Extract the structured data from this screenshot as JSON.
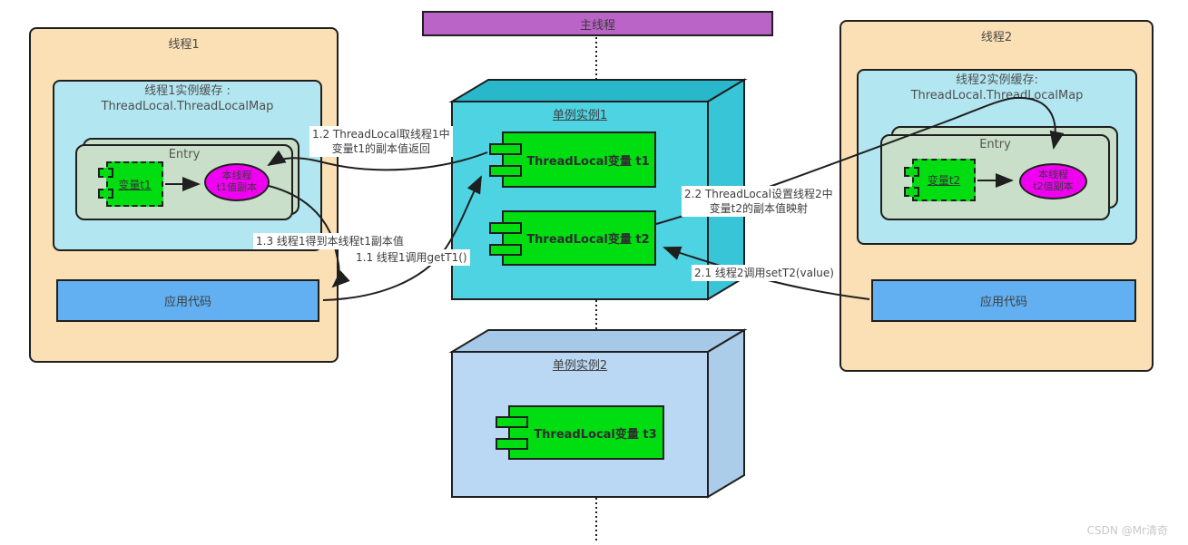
{
  "watermark": "CSDN @Mr清奇",
  "main_thread": {
    "label": "主线程"
  },
  "singleton1": {
    "title": "单例实例1",
    "component_t1": "ThreadLocal变量 t1",
    "component_t2": "ThreadLocal变量 t2"
  },
  "singleton2": {
    "title": "单例实例2",
    "component_t3": "ThreadLocal变量 t3"
  },
  "thread1": {
    "title": "线程1",
    "cache_title1": "线程1实例缓存 :",
    "cache_title2": "ThreadLocal.ThreadLocalMap",
    "entry_title": "Entry",
    "var_label": "变量t1",
    "copy_line1": "本线程",
    "copy_line2": "t1值副本",
    "app_code": "应用代码"
  },
  "thread2": {
    "title": "线程2",
    "cache_title1": "线程2实例缓存:",
    "cache_title2": "ThreadLocal.ThreadLocalMap",
    "entry_title": "Entry",
    "var_label": "变量t2",
    "copy_line1": "本线程",
    "copy_line2": "t2值副本",
    "app_code": "应用代码"
  },
  "annotations": {
    "a11": "1.1 线程1调用getT1()",
    "a12_line1": "1.2 ThreadLocal取线程1中",
    "a12_line2": "变量t1的副本值返回",
    "a13": "1.3 线程1得到本线程t1副本值",
    "a21": "2.1 线程2调用setT2(value)",
    "a22_line1": "2.2 ThreadLocal设置线程2中",
    "a22_line2": "变量t2的副本值映射"
  },
  "colors": {
    "thread_bg": "#fbdfb5",
    "cache_bg": "#b2e6f1",
    "entry_bg": "#c9dfc9",
    "component_green": "#00dd11",
    "copy_magenta": "#f000f0",
    "singleton1_front": "#4ed3e3",
    "singleton1_top": "#29b7cb",
    "singleton1_side": "#38c5d8",
    "singleton2_front": "#bad8f3",
    "singleton2_top": "#a6c9e8",
    "singleton2_side": "#abcdea",
    "app_bg": "#62b0f1",
    "main_thread_bg": "#bb64c8"
  }
}
